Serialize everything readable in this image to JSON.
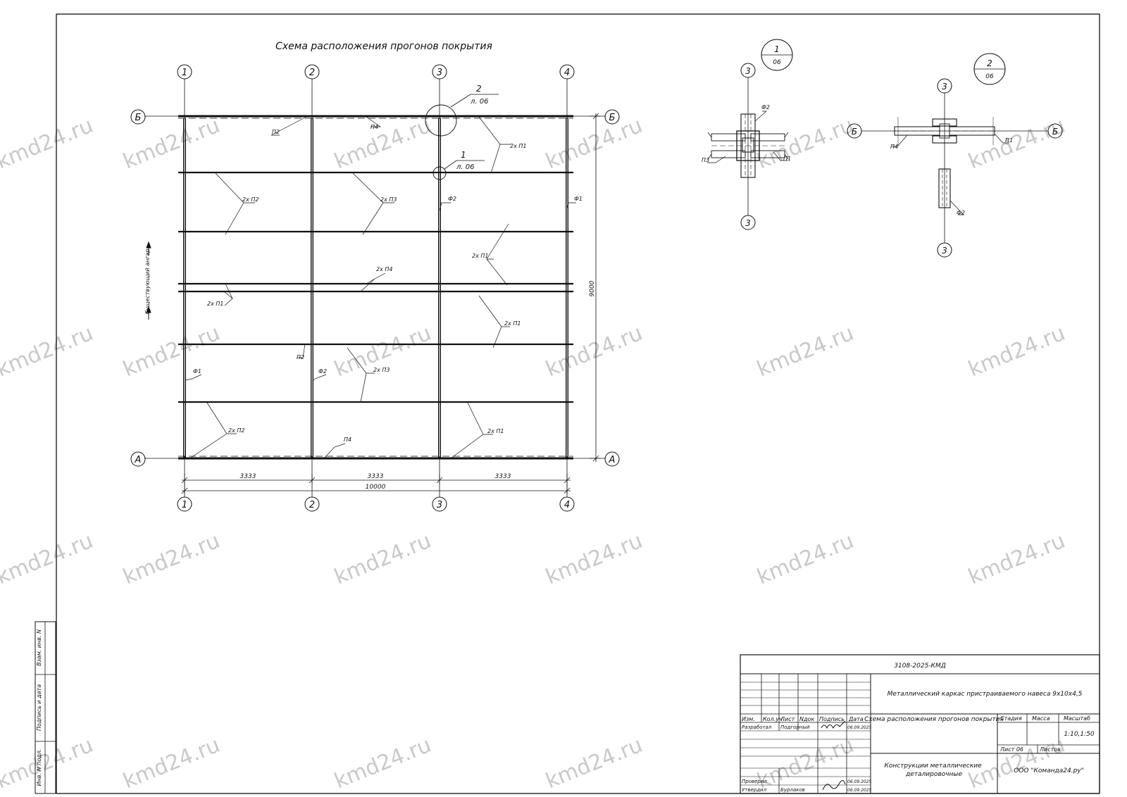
{
  "watermark": "kmd24.ru",
  "plan": {
    "title": "Схема расположения прогонов покрытия",
    "axes_top": [
      "1",
      "2",
      "3",
      "4"
    ],
    "axes_bottom": [
      "1",
      "2",
      "3",
      "4"
    ],
    "rows": [
      "Б",
      "А"
    ],
    "dim_span": "3333",
    "dim_total": "10000",
    "dim_height": "9000",
    "slope_label": "Существующий ангар",
    "callout_1": {
      "num": "1",
      "ref": "л. 06"
    },
    "callout_2": {
      "num": "2",
      "ref": "л. 06"
    },
    "labels": {
      "p2_top": "П2",
      "p4_top": "П4",
      "p1_top": "2х П1",
      "p2_left": "2х П2",
      "p3_mid": "2х П3",
      "f2_mid": "Ф2",
      "f1_right": "Ф1",
      "p1_right": "2х П1",
      "p4_center": "2х П4",
      "p1_left": "2х П1",
      "p1_lower": "2х П1",
      "p2_low": "П2",
      "f1_low": "Ф1",
      "f2_low": "Ф2",
      "p3_low": "2х П3",
      "p2_bottom": "2х П2",
      "p4_bottom": "П4",
      "p1_bottom": "2х П1"
    }
  },
  "detail1": {
    "num": "1",
    "sheet": "06",
    "axis": "3",
    "labels": {
      "f2": "Ф2",
      "p3": "П3",
      "p1": "П1"
    }
  },
  "detail2": {
    "num": "2",
    "sheet": "06",
    "axis": "3",
    "row": "Б",
    "labels": {
      "p4": "П4",
      "p1": "П1",
      "f2": "Ф2"
    }
  },
  "side_stamp": [
    "Взам. инв. N",
    "Подпись и дата",
    "Инв. N подл."
  ],
  "title_block": {
    "code": "3108-2025-КМД",
    "object": "Металлический каркас пристраиваемого навеса 9х10х4,5",
    "sheet_name": "Схема расположения прогонов покрытия",
    "section": "Конструкции металлические деталировочные",
    "company": "ООО \"Команда24.ру\"",
    "head": {
      "izm": "Изм.",
      "kol": "Кол.уч",
      "list": "Лист",
      "ndok": "Nдок",
      "podp": "Подпись",
      "data": "Дата"
    },
    "roles": {
      "dev": "Разработал",
      "chk": "Проверил",
      "appr": "Утвердил"
    },
    "people": {
      "dev": "Подгорный",
      "appr": "Бурлаков"
    },
    "dates": {
      "dev": "06.09.2025",
      "chk": "06.09.2025",
      "appr": "06.09.2025"
    },
    "col_stage": "Стадия",
    "col_mass": "Масса",
    "col_scale": "Масштаб",
    "scale": "1:10,1:50",
    "sheet_label": "Лист 06",
    "sheets_label": "Листов"
  }
}
